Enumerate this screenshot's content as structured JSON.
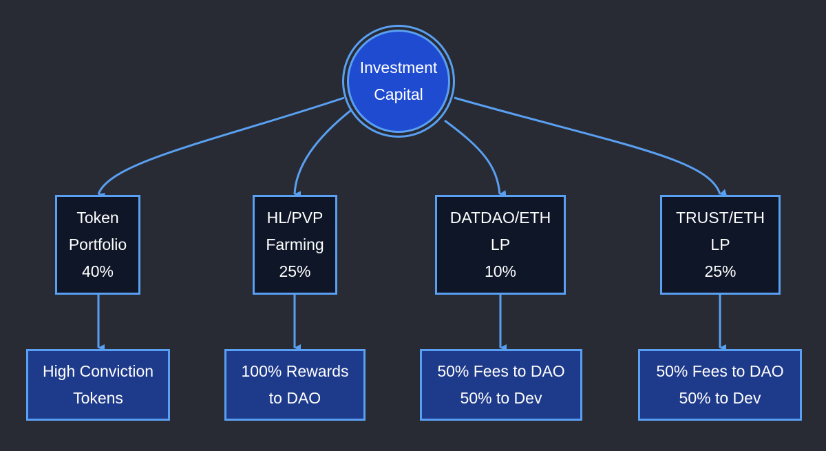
{
  "diagram": {
    "root": {
      "lines": [
        "Investment",
        "Capital"
      ]
    },
    "branches": [
      {
        "allocation": {
          "lines": [
            "Token",
            "Portfolio",
            "40%"
          ]
        },
        "outcome": {
          "lines": [
            "High Conviction",
            "Tokens"
          ]
        }
      },
      {
        "allocation": {
          "lines": [
            "HL/PVP",
            "Farming",
            "25%"
          ]
        },
        "outcome": {
          "lines": [
            "100% Rewards",
            "to DAO"
          ]
        }
      },
      {
        "allocation": {
          "lines": [
            "DATDAO/ETH",
            "LP",
            "10%"
          ]
        },
        "outcome": {
          "lines": [
            "50% Fees to DAO",
            "50% to Dev"
          ]
        }
      },
      {
        "allocation": {
          "lines": [
            "TRUST/ETH",
            "LP",
            "25%"
          ]
        },
        "outcome": {
          "lines": [
            "50% Fees to DAO",
            "50% to Dev"
          ]
        }
      }
    ]
  },
  "colors": {
    "background": "#282b33",
    "root_fill": "#1f4bd1",
    "allocation_fill": "#0f1628",
    "outcome_fill": "#1e3a8a",
    "edge": "#5aa0f2"
  }
}
